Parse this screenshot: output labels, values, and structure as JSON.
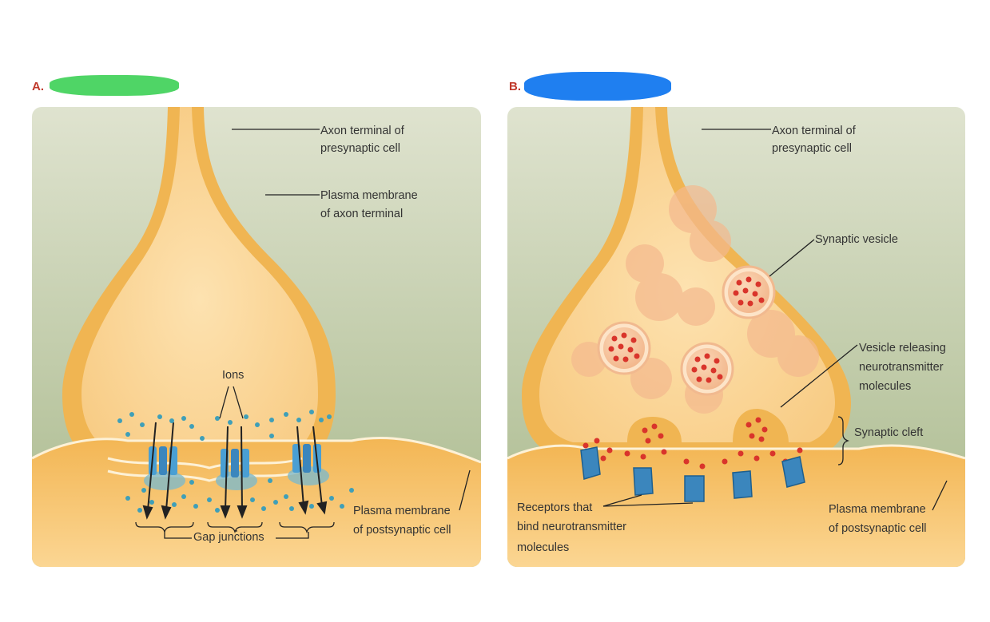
{
  "colors": {
    "background_top": "#dfe3cf",
    "background_bottom": "#a9b98c",
    "cytoplasm": "#fbd79c",
    "membrane": "#f0b552",
    "postsynaptic": "#f3b654",
    "channel": "#4a9fd3",
    "neurotransmitter": "#d9342b",
    "vesicle": "#f6c9a0",
    "redaction_a": "#4fd566",
    "redaction_b": "#1f7ff0"
  },
  "panel_a": {
    "letter": "A.",
    "labels": {
      "axon_terminal": [
        "Axon terminal of",
        "presynaptic cell"
      ],
      "plasma_membrane_axon": [
        "Plasma membrane",
        "of axon terminal"
      ],
      "ions": "Ions",
      "gap_junctions": "Gap junctions",
      "plasma_membrane_post": [
        "Plasma membrane",
        "of postsynaptic cell"
      ]
    }
  },
  "panel_b": {
    "letter": "B.",
    "labels": {
      "axon_terminal": [
        "Axon terminal of",
        "presynaptic cell"
      ],
      "synaptic_vesicle": "Synaptic vesicle",
      "vesicle_releasing": [
        "Vesicle releasing",
        "neurotransmitter",
        "molecules"
      ],
      "synaptic_cleft": "Synaptic cleft",
      "receptors": [
        "Receptors that",
        "bind neurotransmitter",
        "molecules"
      ],
      "plasma_membrane_post": [
        "Plasma membrane",
        "of postsynaptic cell"
      ]
    }
  }
}
